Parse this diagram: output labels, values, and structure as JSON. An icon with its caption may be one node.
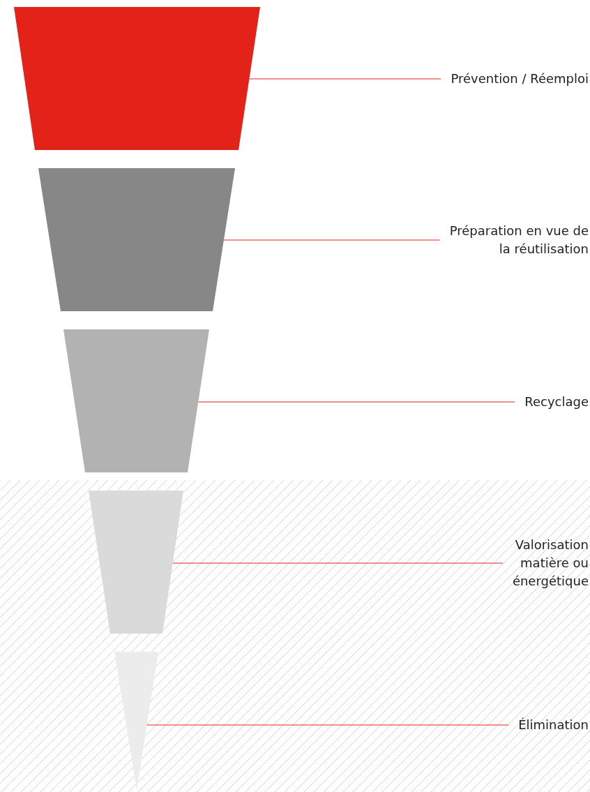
{
  "diagram": {
    "nodes": [
      {
        "text": [],
        "shape": "trapezoid"
      },
      {
        "text": [
          "Prévention / Réemploi"
        ]
      },
      {
        "text": [],
        "shape": "trapezoid"
      },
      {
        "text": [
          "Préparation en vue de la réutilisation"
        ]
      },
      {
        "text": [],
        "shape": "trapezoid"
      },
      {
        "text": [
          "Recyclage"
        ]
      },
      {
        "text": [],
        "shape": "trapezoid"
      },
      {
        "text": [
          "Valorisation matière ou énergétique"
        ]
      },
      {
        "text": [],
        "shape": "triangle"
      },
      {
        "text": [
          "Élimination"
        ]
      }
    ],
    "edges": [
      {
        "from": 1,
        "to": 0,
        "arrow": "none"
      },
      {
        "from": 3,
        "to": 2,
        "arrow": "none"
      },
      {
        "from": 5,
        "to": 4,
        "arrow": "none"
      },
      {
        "from": 7,
        "to": 6,
        "arrow": "none"
      },
      {
        "from": 9,
        "to": 8,
        "arrow": "none"
      }
    ]
  }
}
